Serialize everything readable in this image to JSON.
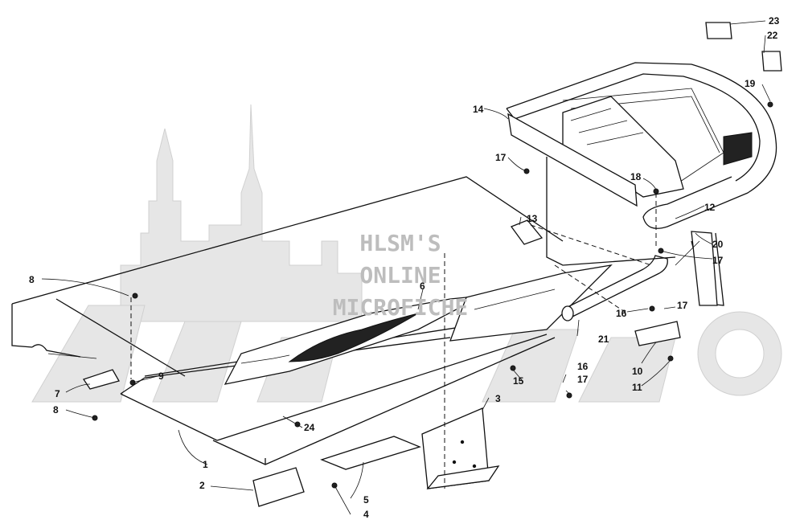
{
  "watermark": {
    "line1": "HLSM'S",
    "line2": "ONLINE",
    "line3": "MICROFICHE"
  },
  "callouts": [
    {
      "id": "c1",
      "label": "1"
    },
    {
      "id": "c2",
      "label": "2"
    },
    {
      "id": "c3",
      "label": "3"
    },
    {
      "id": "c4",
      "label": "4"
    },
    {
      "id": "c5",
      "label": "5"
    },
    {
      "id": "c6",
      "label": "6"
    },
    {
      "id": "c7",
      "label": "7"
    },
    {
      "id": "c8a",
      "label": "8"
    },
    {
      "id": "c8b",
      "label": "8"
    },
    {
      "id": "c9",
      "label": "9"
    },
    {
      "id": "c10",
      "label": "10"
    },
    {
      "id": "c11",
      "label": "11"
    },
    {
      "id": "c12",
      "label": "12"
    },
    {
      "id": "c13",
      "label": "13"
    },
    {
      "id": "c14",
      "label": "14"
    },
    {
      "id": "c15",
      "label": "15"
    },
    {
      "id": "c16a",
      "label": "16"
    },
    {
      "id": "c16b",
      "label": "16"
    },
    {
      "id": "c17a",
      "label": "17"
    },
    {
      "id": "c17b",
      "label": "17"
    },
    {
      "id": "c17c",
      "label": "17"
    },
    {
      "id": "c17d",
      "label": "17"
    },
    {
      "id": "c18",
      "label": "18"
    },
    {
      "id": "c19",
      "label": "19"
    },
    {
      "id": "c20",
      "label": "20"
    },
    {
      "id": "c21",
      "label": "21"
    },
    {
      "id": "c22",
      "label": "22"
    },
    {
      "id": "c23",
      "label": "23"
    },
    {
      "id": "c24",
      "label": "24"
    }
  ]
}
